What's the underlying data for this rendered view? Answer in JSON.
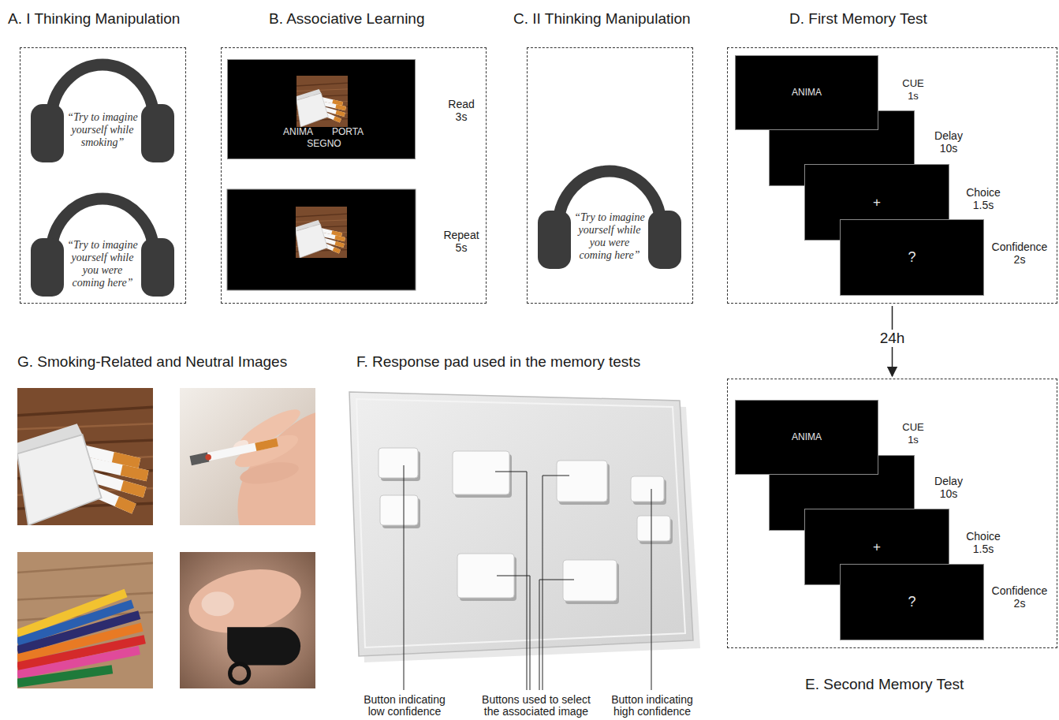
{
  "diagram": {
    "nodes": [
      {
        "text": [
          "A. I Thinking Manipulation"
        ]
      },
      {
        "text": [
          "“Try to imagine yourself while smoking”"
        ],
        "in": 0
      },
      {
        "text": [
          "“Try to imagine yourself while you were coming here”"
        ],
        "in": 0
      },
      {
        "text": [
          "B. Associative Learning"
        ]
      },
      {
        "text": [
          "ANIMA",
          "PORTA",
          "SEGNO"
        ],
        "in": 3
      },
      {
        "text": [
          "C. II Thinking Manipulation"
        ]
      },
      {
        "text": [
          "“Try to imagine yourself while you were coming here”"
        ],
        "in": 5
      },
      {
        "text": [
          "D. First Memory Test"
        ]
      },
      {
        "text": [
          "ANIMA"
        ],
        "in": 7
      },
      {
        "text": [
          "+"
        ],
        "in": 7
      },
      {
        "text": [
          "?"
        ],
        "in": 7
      },
      {
        "text": [
          "E. Second Memory Test"
        ]
      },
      {
        "text": [
          "ANIMA"
        ],
        "in": 11
      },
      {
        "text": [
          "+"
        ],
        "in": 11
      },
      {
        "text": [
          "?"
        ],
        "in": 11
      }
    ],
    "edges": [
      {
        "from": 7,
        "to": 11,
        "arrow": "to",
        "label": "24h"
      }
    ],
    "labels": [
      "Read 3s",
      "Repeat 5s",
      "CUE 1s",
      "Delay 10s",
      "Choice 1.5s",
      "Confidence 2s",
      "CUE 1s",
      "Delay 10s",
      "Choice 1.5s",
      "Confidence 2s",
      "G. Smoking-Related and Neutral Images",
      "F. Response pad used in the memory tests",
      "Button indicating low confidence",
      "Buttons used to select the associated image",
      "Button indicating high confidence"
    ]
  }
}
